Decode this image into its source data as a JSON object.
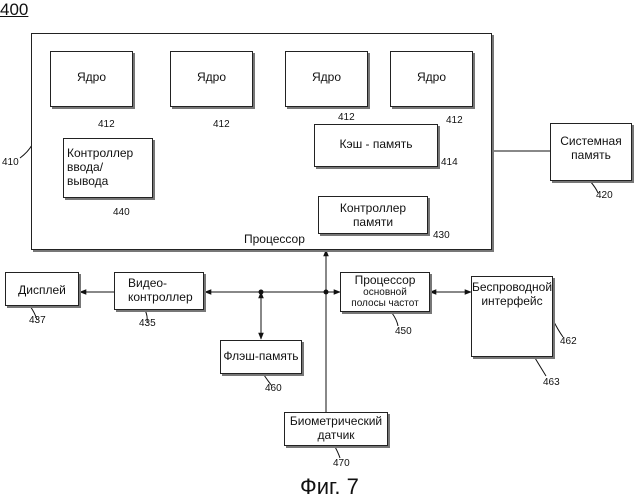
{
  "figure_number": "400",
  "caption": "Фиг. 7",
  "processor": {
    "label": "Процессор",
    "ref": "410"
  },
  "cores": [
    {
      "label": "Ядро",
      "ref": "412"
    },
    {
      "label": "Ядро",
      "ref": "412"
    },
    {
      "label": "Ядро",
      "ref": "412"
    },
    {
      "label": "Ядро",
      "ref": "412"
    }
  ],
  "cache": {
    "label": "Кэш - память",
    "ref": "414"
  },
  "io_controller": {
    "label": "Контроллер\nввода/\nвывода",
    "ref": "440"
  },
  "memory_controller": {
    "label": "Контроллер\nпамяти",
    "ref": "430"
  },
  "system_memory": {
    "label": "Системная\nпамять",
    "ref": "420"
  },
  "display": {
    "label": "Дисплей",
    "ref": "437"
  },
  "video_controller": {
    "label": "Видео-\nконтроллер",
    "ref": "435"
  },
  "flash_memory": {
    "label": "Флэш-память",
    "ref": "460"
  },
  "baseband_processor": {
    "label": "Процессор",
    "sublabel": "основной\nполосы частот",
    "ref": "450"
  },
  "wireless_interface": {
    "label": "Беспроводной\nинтерфейс",
    "ref": "462",
    "antenna_ref": "463"
  },
  "biometric_sensor": {
    "label": "Биометрический\nдатчик",
    "ref": "470"
  }
}
